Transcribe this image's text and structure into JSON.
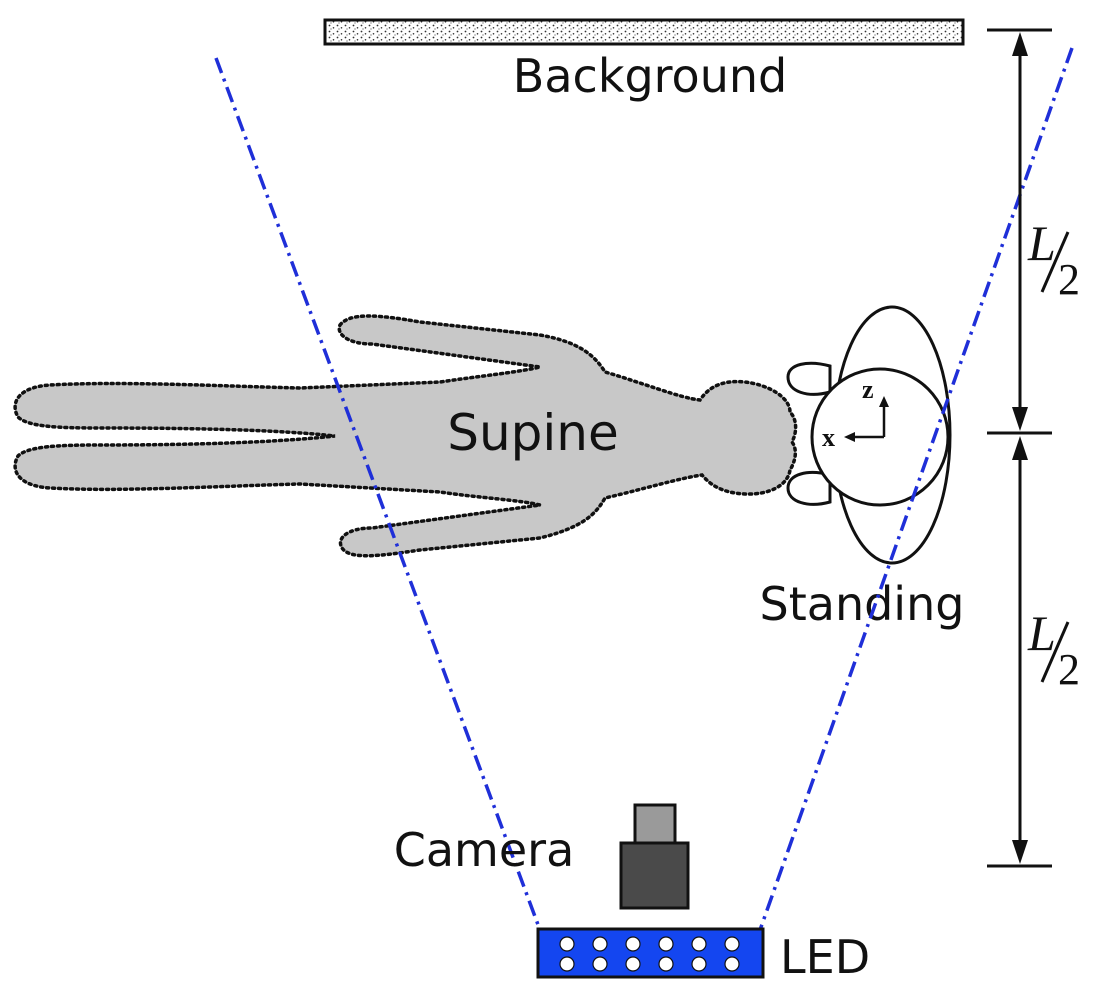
{
  "labels": {
    "background": "Background",
    "supine": "Supine",
    "standing": "Standing",
    "camera": "Camera",
    "led": "LED",
    "axis_x": "x",
    "axis_z": "z"
  },
  "distances": {
    "upper": {
      "numerator": "L",
      "denominator": "2"
    },
    "lower": {
      "numerator": "L",
      "denominator": "2"
    }
  },
  "colors": {
    "fov_line": "#1f2fd8",
    "led_panel": "#1446f0",
    "body_fill": "#c8c8c8",
    "camera_body": "#4a4a4a",
    "camera_lens": "#9a9a9a"
  }
}
